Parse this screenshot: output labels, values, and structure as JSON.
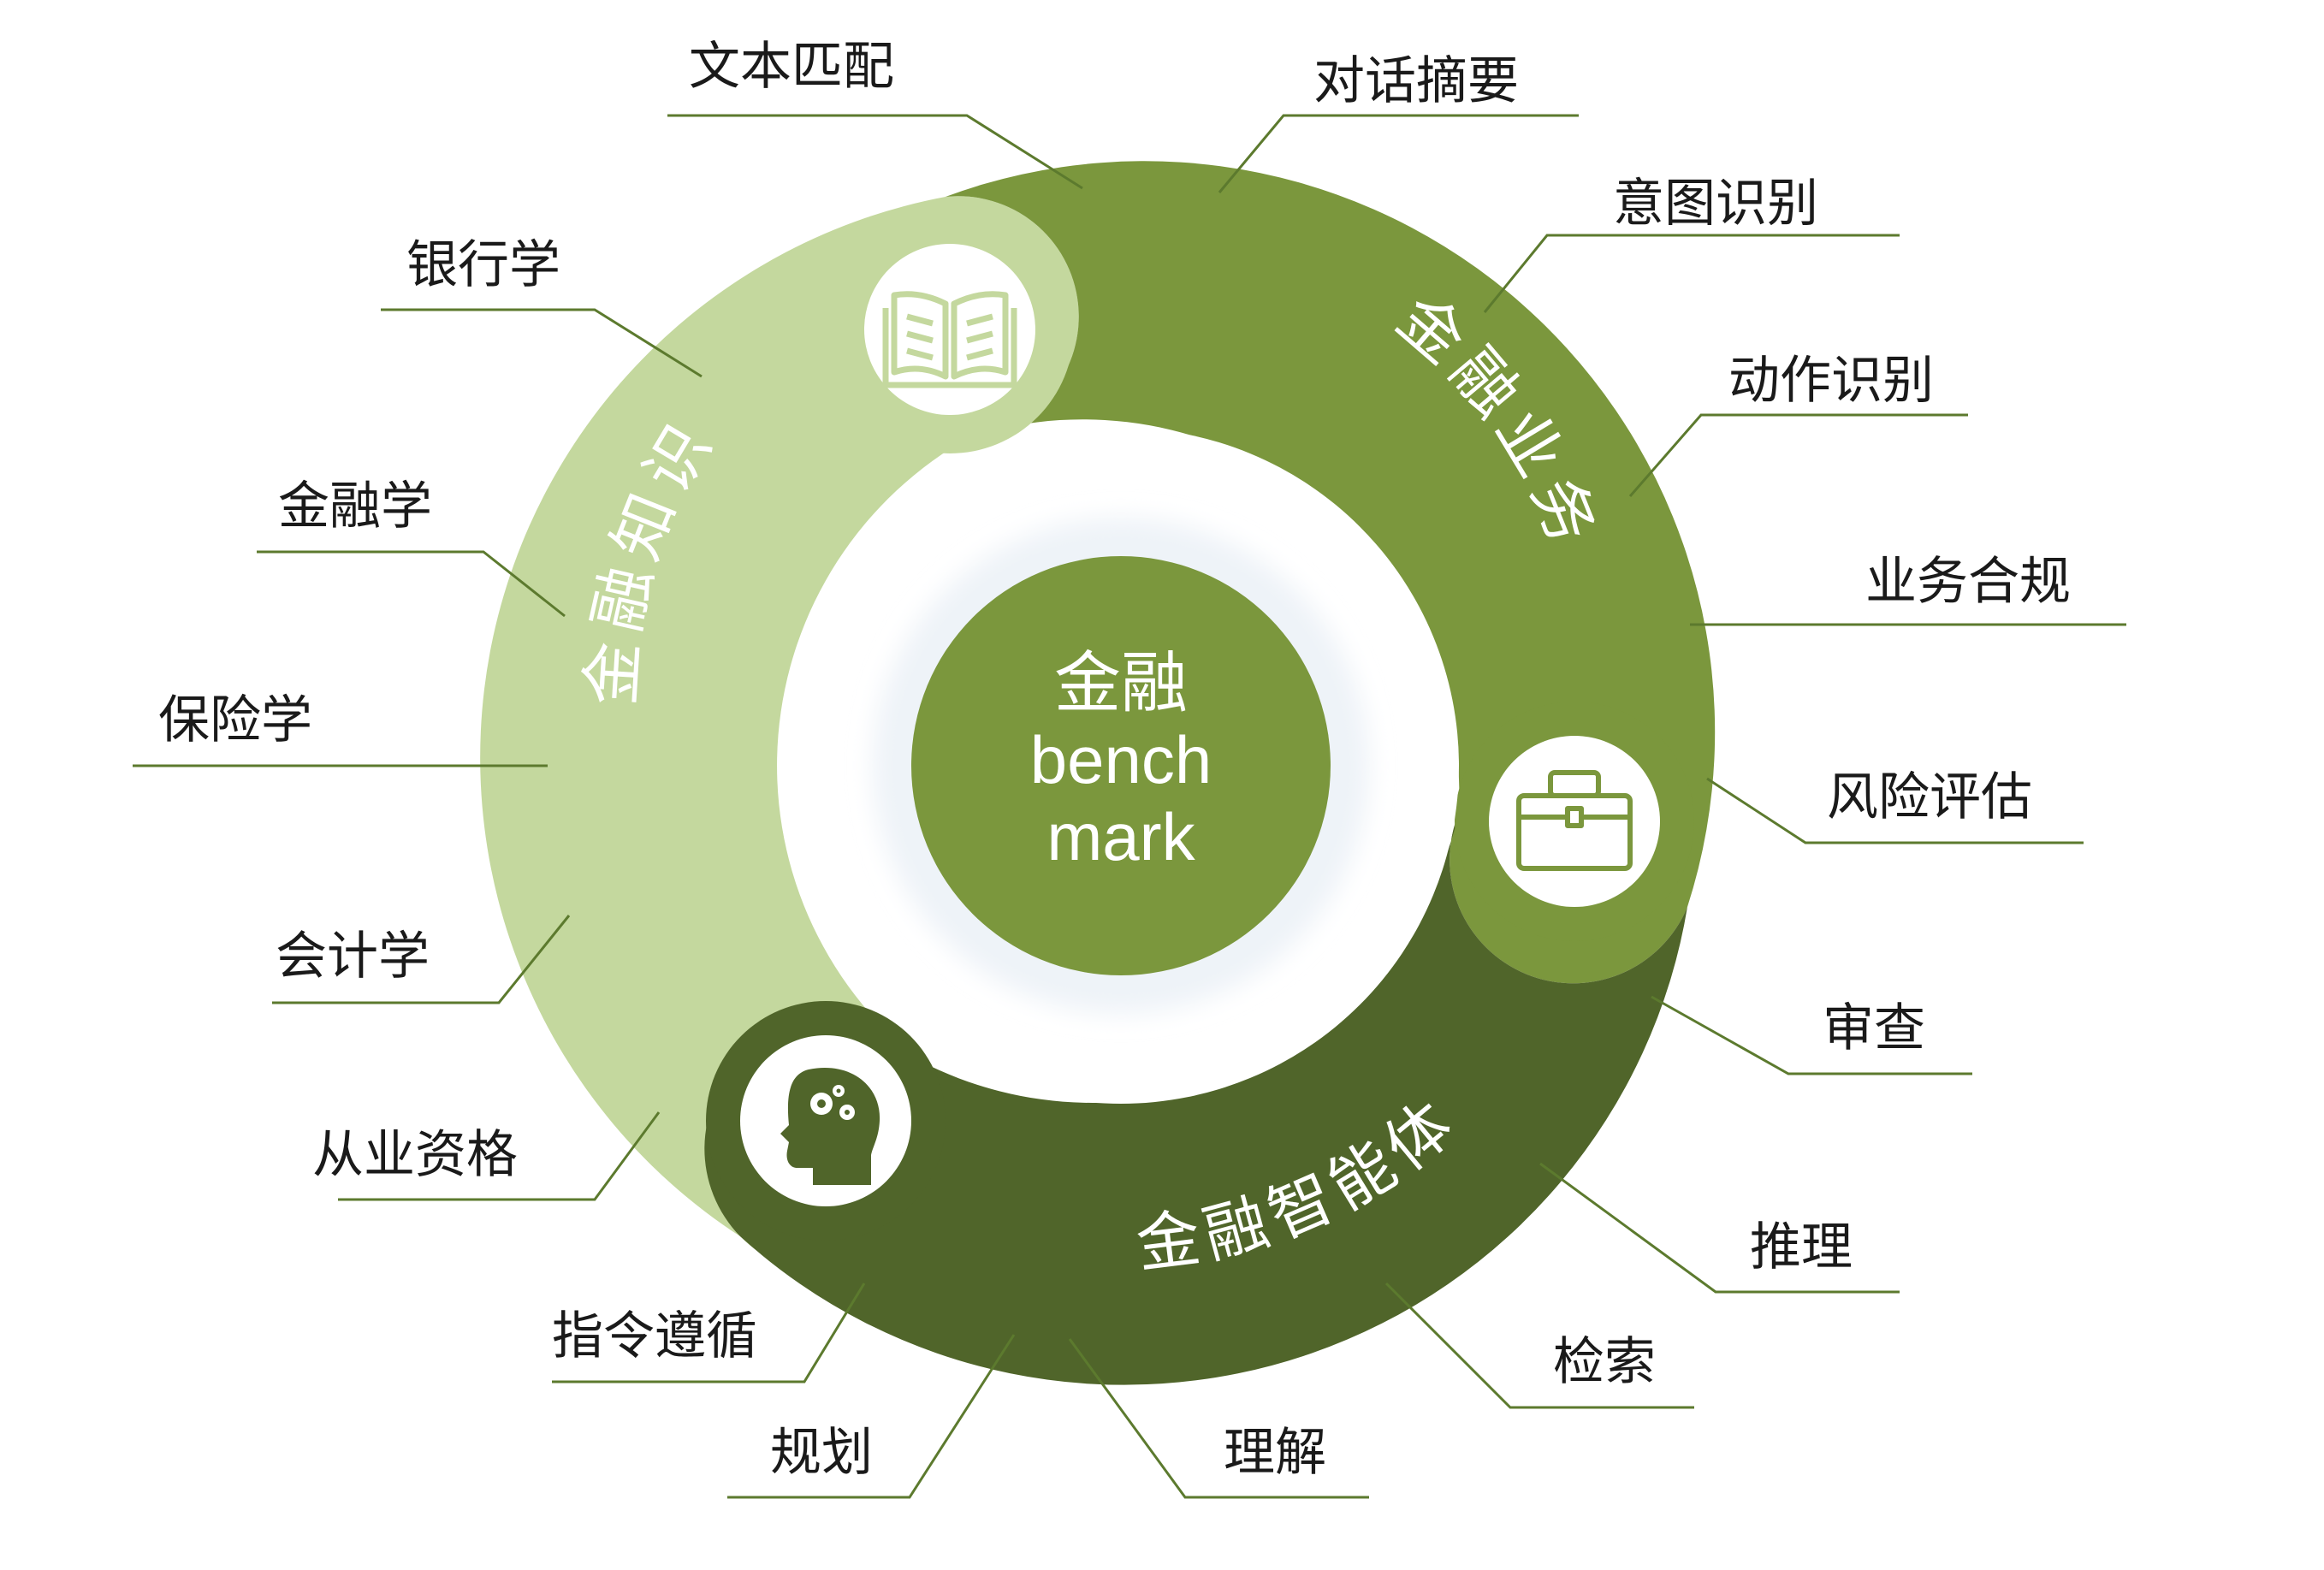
{
  "center": {
    "line1": "金融",
    "line2": "bench",
    "line3": "mark"
  },
  "segments": {
    "knowledge": {
      "label": "金融知识",
      "icon": "book-icon",
      "color": "#c4d89e",
      "items": [
        "文本匹配",
        "银行学",
        "金融学",
        "保险学",
        "会计学",
        "从业资格"
      ]
    },
    "business": {
      "label": "金融业务",
      "icon": "toolbox-icon",
      "color": "#7b973d",
      "items": [
        "对话摘要",
        "意图识别",
        "动作识别",
        "业务合规",
        "风险评估"
      ]
    },
    "agent": {
      "label": "金融智能体",
      "icon": "head-gears-icon",
      "color": "#50652a",
      "items": [
        "审查",
        "推理",
        "检索",
        "理解",
        "规划",
        "指令遵循"
      ]
    }
  },
  "colors": {
    "center": "#7b973d",
    "leader": "#5c7a2e",
    "text": "#1a1a1a"
  }
}
